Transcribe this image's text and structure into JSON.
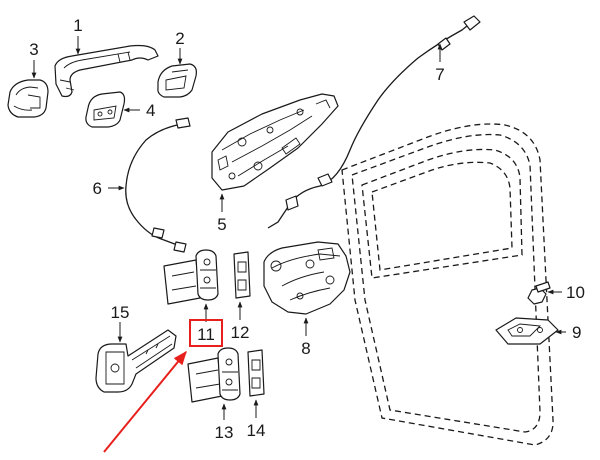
{
  "colors": {
    "line": "#1a1a1a",
    "highlight": "#e8201c",
    "background": "#ffffff"
  },
  "callouts": {
    "c1": "1",
    "c2": "2",
    "c3": "3",
    "c4": "4",
    "c5": "5",
    "c6": "6",
    "c7": "7",
    "c8": "8",
    "c9": "9",
    "c10": "10",
    "c11": "11",
    "c12": "12",
    "c13": "13",
    "c14": "14",
    "c15": "15"
  },
  "highlighted_part": "11"
}
